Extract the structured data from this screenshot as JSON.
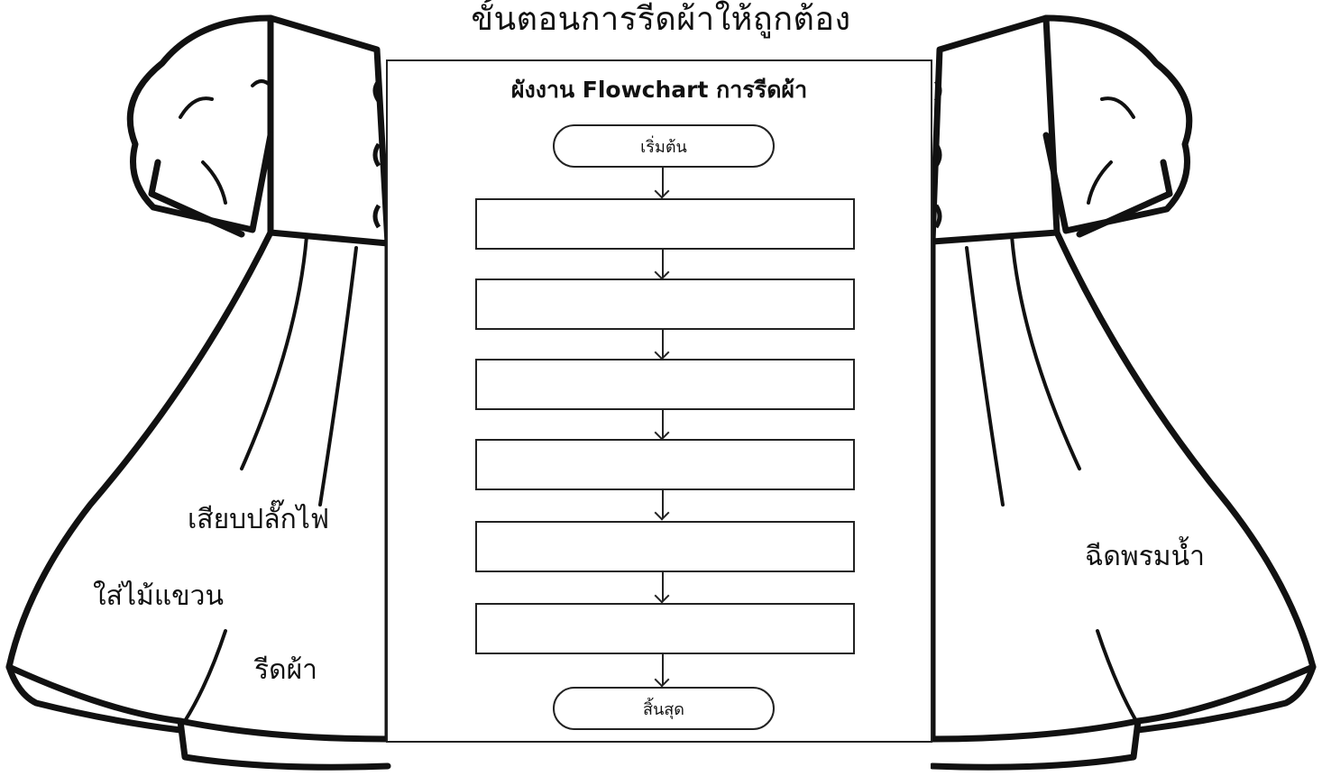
{
  "page_title": "ขั้นตอนการรีดผ้าให้ถูกต้อง",
  "flowchart": {
    "title": "ผังงาน Flowchart การรีดผ้า",
    "start_label": "เริ่มต้น",
    "end_label": "สิ้นสุด",
    "steps": [
      "",
      "",
      "",
      "",
      "",
      ""
    ]
  },
  "word_bank": {
    "left": [
      "เสียบปลั๊กไฟ",
      "ใส่ไม้แขวน",
      "รีดผ้า"
    ],
    "right": [
      "ฉีดพรมน้ำ"
    ]
  },
  "decorations": {
    "left": "dress-outline",
    "right": "dress-outline"
  }
}
